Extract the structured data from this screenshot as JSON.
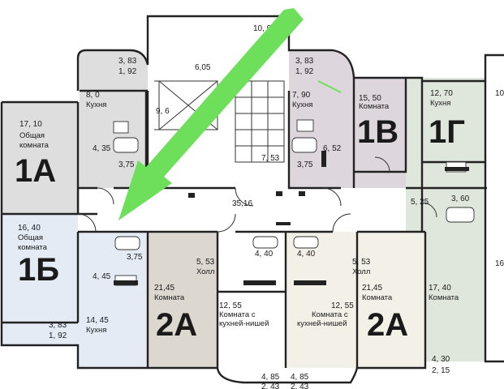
{
  "colors": {
    "unit_1a": "#dedede",
    "unit_1b": "#e4ebf5",
    "unit_1v": "#ddd6dc",
    "unit_1g": "#dfe7dd",
    "unit_2a": "#dcd7cf",
    "unit_2a_right": "#f2f0e7",
    "arrow": "#6ddf5b",
    "wall": "#222222"
  },
  "arrow": {
    "color": "green",
    "direction": "down-left"
  },
  "units": {
    "u1a": {
      "label": "1А",
      "room_area": "17, 10",
      "room_line1": "Общая",
      "room_line2": "комната"
    },
    "u1b": {
      "label": "1Б",
      "room_area": "16, 40",
      "room_line1": "Общая",
      "room_line2": "комната"
    },
    "u1v": {
      "label": "1В",
      "room_area": "15, 50",
      "room_name": "Комната"
    },
    "u1g": {
      "label": "1Г",
      "kitchen_area": "12, 70",
      "kitchen_name": "Кухня",
      "room_area": "17, 40",
      "room_name": "Комната"
    },
    "u2a_left": {
      "label": "2А",
      "room_area": "21,45",
      "room_name": "Комната"
    },
    "u2a_right": {
      "label": "2А",
      "room_area": "21,45",
      "room_name": "Комната"
    }
  },
  "texts": {
    "kitchen_top_left_area": "8, 0",
    "kitchen_top_left_name": "Кухня",
    "balcony_top_left_a": "3, 83",
    "balcony_top_left_b": "1, 92",
    "hall_1a": "4, 35",
    "bath_1a": "3,75",
    "lift_area": "6,05",
    "stair_area": "9, 6",
    "top_area": "10, 90",
    "stair_lobby": "7, 53",
    "corridor": "35,16",
    "balcony_top_right_a": "3, 83",
    "balcony_top_right_b": "1, 92",
    "kitchen_1v_area": "7, 90",
    "kitchen_1v_name": "Кухня",
    "hall_1v": "6, 52",
    "bath_1v": "3,75",
    "hall_1g": "5, 25",
    "bath_1g": "3, 60",
    "bath_1b": "3,75",
    "hall_1b": "4, 45",
    "kitchen_1b_area": "14, 45",
    "kitchen_1b_name": "Кухня",
    "balcony_bottom_left_a": "3, 83",
    "balcony_bottom_left_b": "1, 92",
    "hall_2a_left_area": "5, 53",
    "hall_2a_left_name": "Холл",
    "bath_2a_left": "4, 40",
    "bath_2a_right": "4, 40",
    "hall_2a_right_area": "5, 53",
    "hall_2a_right_name": "Холл",
    "kn_left_area": "12, 55",
    "kn_left_line1": "Комната с",
    "kn_left_line2": "кухней-нишей",
    "kn_right_area": "12, 55",
    "kn_right_line1": "Комната с",
    "kn_right_line2": "кухней-нишей",
    "loggia_left_a": "4, 85",
    "loggia_left_b": "2, 43",
    "loggia_right_a": "4, 85",
    "loggia_right_b": "2, 43",
    "bottom_right_a": "4, 30",
    "bottom_right_b": "2, 15",
    "edge_top_right": "10",
    "edge_mid_right": "16"
  }
}
